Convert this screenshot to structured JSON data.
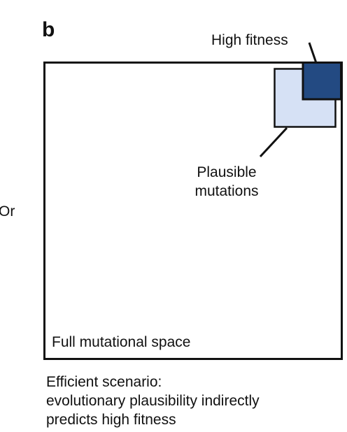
{
  "panel_label": "b",
  "edge_fragment": "Or",
  "high_fitness_label": "High fitness",
  "plausible_label": {
    "line1": "Plausible",
    "line2": "mutations"
  },
  "space_label": "Full mutational space",
  "caption": {
    "line1": "Efficient scenario:",
    "line2": "evolutionary plausibility indirectly",
    "line3": "predicts high fitness"
  },
  "colors": {
    "outline": "#111111",
    "plausible_fill": "#d6e1f5",
    "high_fitness_fill": "#234a82"
  }
}
